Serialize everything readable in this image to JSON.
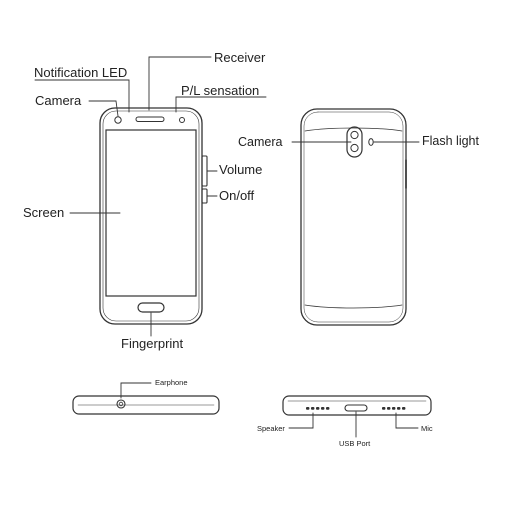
{
  "labels": {
    "receiver": "Receiver",
    "notification_led": "Notification LED",
    "camera_front": "Camera",
    "pl_sensation": "P/L sensation",
    "volume": "Volume",
    "on_off": "On/off",
    "screen": "Screen",
    "fingerprint": "Fingerprint",
    "camera_rear": "Camera",
    "flash_light": "Flash light",
    "earphone": "Earphone",
    "speaker": "Speaker",
    "usb_port": "USB Port",
    "mic": "Mic"
  }
}
